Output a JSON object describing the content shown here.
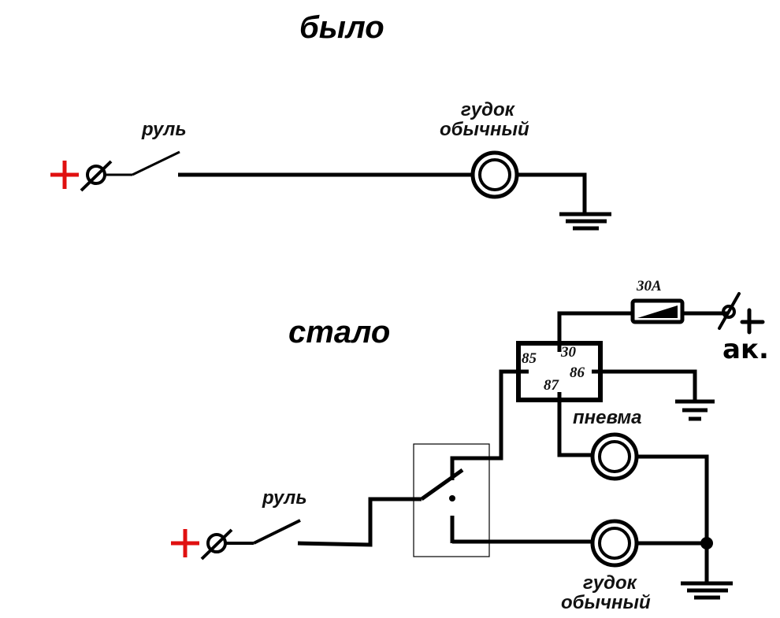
{
  "before": {
    "title": "было",
    "switch_label": "руль",
    "horn_label_line1": "гудок",
    "horn_label_line2": "обычный"
  },
  "after": {
    "title": "стало",
    "switch_label": "руль",
    "fuse_label": "30A",
    "battery_plus": "+",
    "battery_label": "ак.",
    "relay_pins": {
      "p85": "85",
      "p30": "30",
      "p86": "86",
      "p87": "87"
    },
    "air_horn_label": "пневма",
    "horn_label_line1": "гудок",
    "horn_label_line2": "обычный"
  },
  "colors": {
    "positive_terminal": "#e01010",
    "wire": "#000000"
  }
}
